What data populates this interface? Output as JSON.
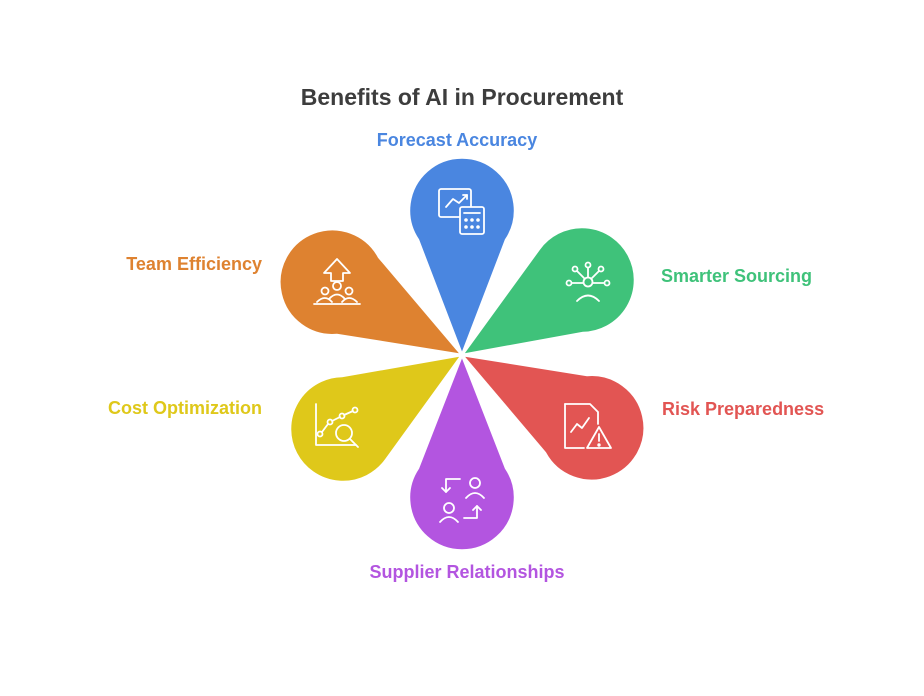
{
  "title": "Benefits of AI in Procurement",
  "petals": [
    {
      "key": "forecast",
      "label": "Forecast Accuracy",
      "color": "#4a86e0",
      "icon": "forecast-calculator-icon"
    },
    {
      "key": "sourcing",
      "label": "Smarter Sourcing",
      "color": "#3fc27a",
      "icon": "network-person-icon"
    },
    {
      "key": "risk",
      "label": "Risk Preparedness",
      "color": "#e25553",
      "icon": "document-warning-icon"
    },
    {
      "key": "supplier",
      "label": "Supplier Relationships",
      "color": "#b355e0",
      "icon": "people-exchange-icon"
    },
    {
      "key": "cost",
      "label": "Cost Optimization",
      "color": "#dfc81a",
      "icon": "chart-magnifier-icon"
    },
    {
      "key": "team",
      "label": "Team Efficiency",
      "color": "#de8230",
      "icon": "team-arrow-up-icon"
    }
  ]
}
